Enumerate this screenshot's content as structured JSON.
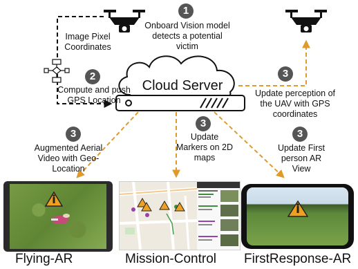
{
  "steps": {
    "step1": {
      "number": "1",
      "text": "Onboard Vision model\ndetects a potential\nvictim"
    },
    "image_pixel": {
      "text": "Image Pixel\nCoordinates"
    },
    "step2": {
      "number": "2",
      "text": "Compute and push\nGPS Location"
    },
    "step3_uav": {
      "number": "3",
      "text": "Update perception of\nthe UAV with GPS\ncoordinates"
    },
    "step3_aerial": {
      "number": "3",
      "text": "Augmented Aerial\nVideo with Geo-\nLocation"
    },
    "step3_maps": {
      "number": "3",
      "text": "Update\nMarkers on 2D\nmaps"
    },
    "step3_firstperson": {
      "number": "3",
      "text": "Update First\nperson AR\nView"
    }
  },
  "cloud": {
    "label": "Cloud Server"
  },
  "captions": {
    "flying": "Flying-AR",
    "mission": "Mission-Control",
    "firstresponse": "FirstResponse-AR"
  },
  "colors": {
    "arrow_orange": "#e09a2c",
    "arrow_black": "#111111",
    "badge": "#555555",
    "warning_fill": "#f0a020"
  },
  "icons": [
    "drone-icon",
    "flowchart-icon",
    "cloud-icon",
    "server-icon",
    "warning-person-icon"
  ]
}
